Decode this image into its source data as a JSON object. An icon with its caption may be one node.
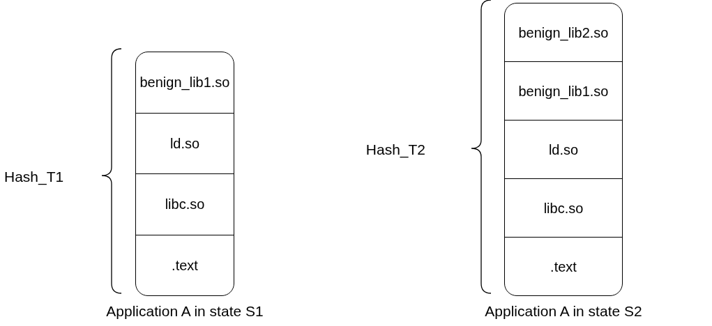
{
  "diagram": {
    "nodes": [
      {
        "text": [
          "Application A in state S1"
        ]
      },
      {
        "text": [
          "benign_lib1.so"
        ],
        "in": 0
      },
      {
        "text": [
          "ld.so"
        ],
        "in": 0
      },
      {
        "text": [
          "libc.so"
        ],
        "in": 0
      },
      {
        "text": [
          ".text"
        ],
        "in": 0
      },
      {
        "text": [
          "Application A in state S2"
        ]
      },
      {
        "text": [
          "benign_lib2.so"
        ],
        "in": 5
      },
      {
        "text": [
          "benign_lib1.so"
        ],
        "in": 5
      },
      {
        "text": [
          "ld.so"
        ],
        "in": 5
      },
      {
        "text": [
          "libc.so"
        ],
        "in": 5
      },
      {
        "text": [
          ".text"
        ],
        "in": 5
      }
    ],
    "edges": [],
    "labels": [
      "Hash_T1",
      "Hash_T2"
    ]
  }
}
